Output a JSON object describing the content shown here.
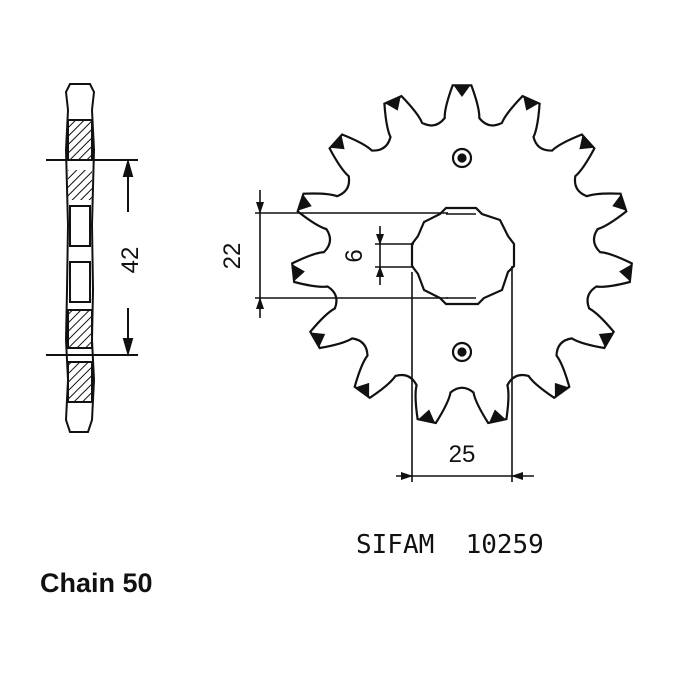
{
  "side_view": {
    "dimension_label": "42"
  },
  "front_view": {
    "dim_22": "22",
    "dim_6": "6",
    "dim_25": "25"
  },
  "part_label": "SIFAM  10259",
  "chain_label": "Chain 50",
  "colors": {
    "ink": "#111111",
    "background": "#ffffff"
  }
}
